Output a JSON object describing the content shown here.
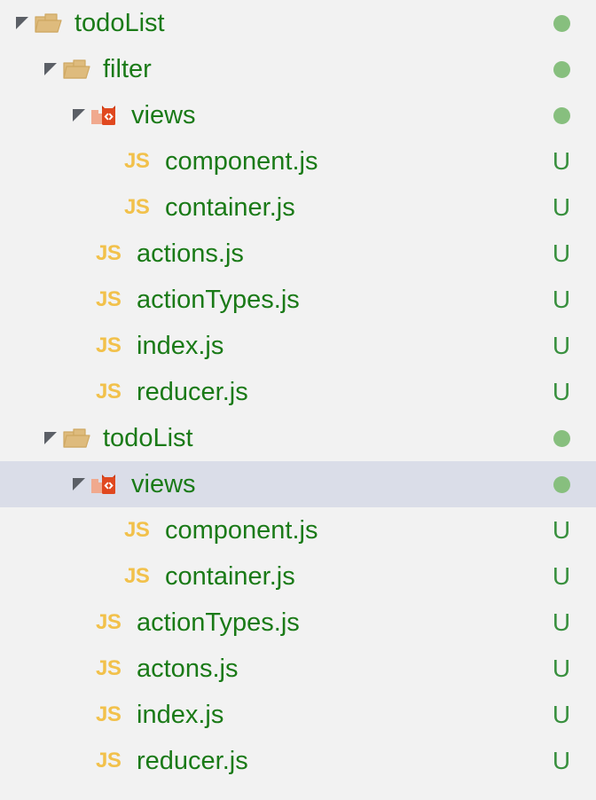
{
  "panel": {
    "name": "project-tree",
    "background_color": "#f2f2f2",
    "selection_color": "#dadde8",
    "label_color": "#1a7a17",
    "js_icon_color": "#f2c14b",
    "folder_icon_color": "#debb7d",
    "web_folder_icon_color": "#e0481f",
    "status_dot_color": "#87bf7e",
    "status_letter_color": "#39903f",
    "expander_color": "#5b5f66"
  },
  "status_legend": {
    "dot": "modified-folder-dot",
    "unversioned": "U"
  },
  "rows": [
    {
      "label": "todoList",
      "depth": 0,
      "type": "folder",
      "icon": "folder-icon",
      "expander": "expanded",
      "status": "dot",
      "selected": false
    },
    {
      "label": "filter",
      "depth": 1,
      "type": "folder",
      "icon": "folder-icon",
      "expander": "expanded",
      "status": "dot",
      "selected": false
    },
    {
      "label": "views",
      "depth": 2,
      "type": "web-folder",
      "icon": "web-folder-icon",
      "expander": "expanded",
      "status": "dot",
      "selected": false
    },
    {
      "label": "component.js",
      "depth": 4,
      "type": "file",
      "icon": "js-file-icon",
      "expander": "none",
      "status": "U",
      "selected": false
    },
    {
      "label": "container.js",
      "depth": 4,
      "type": "file",
      "icon": "js-file-icon",
      "expander": "none",
      "status": "U",
      "selected": false
    },
    {
      "label": "actions.js",
      "depth": 3,
      "type": "file",
      "icon": "js-file-icon",
      "expander": "none",
      "status": "U",
      "selected": false
    },
    {
      "label": "actionTypes.js",
      "depth": 3,
      "type": "file",
      "icon": "js-file-icon",
      "expander": "none",
      "status": "U",
      "selected": false
    },
    {
      "label": "index.js",
      "depth": 3,
      "type": "file",
      "icon": "js-file-icon",
      "expander": "none",
      "status": "U",
      "selected": false
    },
    {
      "label": "reducer.js",
      "depth": 3,
      "type": "file",
      "icon": "js-file-icon",
      "expander": "none",
      "status": "U",
      "selected": false
    },
    {
      "label": "todoList",
      "depth": 1,
      "type": "folder",
      "icon": "folder-icon",
      "expander": "expanded",
      "status": "dot",
      "selected": false
    },
    {
      "label": "views",
      "depth": 2,
      "type": "web-folder",
      "icon": "web-folder-icon",
      "expander": "expanded",
      "status": "dot",
      "selected": true
    },
    {
      "label": "component.js",
      "depth": 4,
      "type": "file",
      "icon": "js-file-icon",
      "expander": "none",
      "status": "U",
      "selected": false
    },
    {
      "label": "container.js",
      "depth": 4,
      "type": "file",
      "icon": "js-file-icon",
      "expander": "none",
      "status": "U",
      "selected": false
    },
    {
      "label": "actionTypes.js",
      "depth": 3,
      "type": "file",
      "icon": "js-file-icon",
      "expander": "none",
      "status": "U",
      "selected": false
    },
    {
      "label": "actons.js",
      "depth": 3,
      "type": "file",
      "icon": "js-file-icon",
      "expander": "none",
      "status": "U",
      "selected": false
    },
    {
      "label": "index.js",
      "depth": 3,
      "type": "file",
      "icon": "js-file-icon",
      "expander": "none",
      "status": "U",
      "selected": false
    },
    {
      "label": "reducer.js",
      "depth": 3,
      "type": "file",
      "icon": "js-file-icon",
      "expander": "none",
      "status": "U",
      "selected": false
    }
  ],
  "icons": {
    "js_glyph": "JS"
  }
}
